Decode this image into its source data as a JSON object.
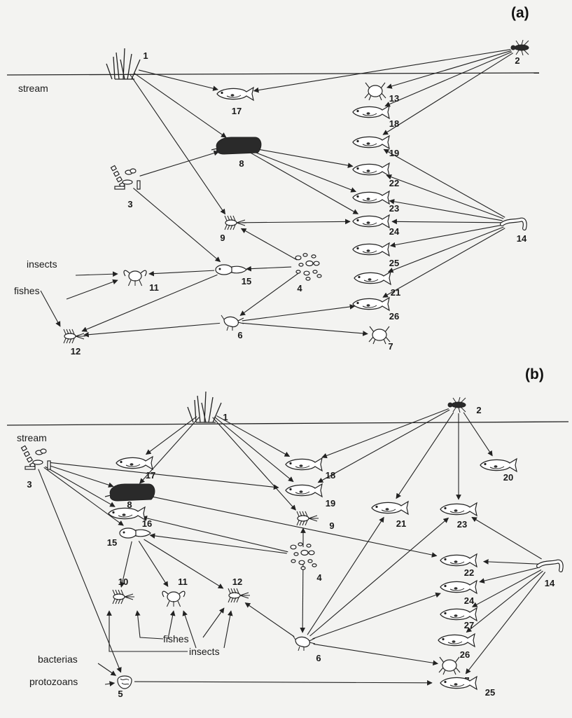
{
  "panels": [
    {
      "id": "a",
      "label": "(a)",
      "stream_label": "stream",
      "side_labels": [
        {
          "id": "insects",
          "text": "insects"
        },
        {
          "id": "fishes",
          "text": "fishes"
        }
      ],
      "nodes": [
        {
          "id": "1",
          "label": "1",
          "icon": "grass-icon"
        },
        {
          "id": "2",
          "label": "2",
          "icon": "insect-icon"
        },
        {
          "id": "3",
          "label": "3",
          "icon": "algae-icon"
        },
        {
          "id": "4",
          "label": "4",
          "icon": "detritus-icon"
        },
        {
          "id": "6",
          "label": "6",
          "icon": "shrimp-icon"
        },
        {
          "id": "7",
          "label": "7",
          "icon": "crab-icon"
        },
        {
          "id": "8",
          "label": "8",
          "icon": "moss-icon"
        },
        {
          "id": "9",
          "label": "9",
          "icon": "larva-icon"
        },
        {
          "id": "11",
          "label": "11",
          "icon": "crayfish-icon"
        },
        {
          "id": "12",
          "label": "12",
          "icon": "larva-icon"
        },
        {
          "id": "13",
          "label": "13",
          "icon": "crab-icon"
        },
        {
          "id": "14",
          "label": "14",
          "icon": "worm-icon"
        },
        {
          "id": "15",
          "label": "15",
          "icon": "tadpole-icon"
        },
        {
          "id": "17",
          "label": "17",
          "icon": "fish-icon"
        },
        {
          "id": "18",
          "label": "18",
          "icon": "fish-icon"
        },
        {
          "id": "19",
          "label": "19",
          "icon": "fish-icon"
        },
        {
          "id": "21",
          "label": "21",
          "icon": "fish-icon"
        },
        {
          "id": "22",
          "label": "22",
          "icon": "fish-icon"
        },
        {
          "id": "23",
          "label": "23",
          "icon": "fish-icon"
        },
        {
          "id": "24",
          "label": "24",
          "icon": "fish-icon"
        },
        {
          "id": "25",
          "label": "25",
          "icon": "fish-icon"
        },
        {
          "id": "26",
          "label": "26",
          "icon": "fish-icon"
        }
      ],
      "edges": [
        [
          "1",
          "17"
        ],
        [
          "1",
          "8"
        ],
        [
          "1",
          "9"
        ],
        [
          "2",
          "17"
        ],
        [
          "2",
          "13"
        ],
        [
          "2",
          "18"
        ],
        [
          "2",
          "19"
        ],
        [
          "3",
          "8"
        ],
        [
          "3",
          "15"
        ],
        [
          "8",
          "22"
        ],
        [
          "8",
          "23"
        ],
        [
          "8",
          "24"
        ],
        [
          "9",
          "24"
        ],
        [
          "4",
          "9"
        ],
        [
          "4",
          "15"
        ],
        [
          "4",
          "6"
        ],
        [
          "14",
          "19"
        ],
        [
          "14",
          "22"
        ],
        [
          "14",
          "23"
        ],
        [
          "14",
          "24"
        ],
        [
          "14",
          "25"
        ],
        [
          "14",
          "21"
        ],
        [
          "14",
          "26"
        ],
        [
          "15",
          "11"
        ],
        [
          "15",
          "12"
        ],
        [
          "insects",
          "11"
        ],
        [
          "fishes",
          "11"
        ],
        [
          "fishes",
          "12"
        ],
        [
          "6",
          "26"
        ],
        [
          "6",
          "7"
        ],
        [
          "6",
          "12"
        ]
      ]
    },
    {
      "id": "b",
      "label": "(b)",
      "stream_label": "stream",
      "side_labels": [
        {
          "id": "fishes",
          "text": "fishes"
        },
        {
          "id": "insects",
          "text": "insects"
        },
        {
          "id": "bacterias",
          "text": "bacterias"
        },
        {
          "id": "protozoans",
          "text": "protozoans"
        }
      ],
      "nodes": [
        {
          "id": "1",
          "label": "1",
          "icon": "grass-icon"
        },
        {
          "id": "2",
          "label": "2",
          "icon": "insect-icon"
        },
        {
          "id": "3",
          "label": "3",
          "icon": "algae-icon"
        },
        {
          "id": "4",
          "label": "4",
          "icon": "detritus-icon"
        },
        {
          "id": "5",
          "label": "5",
          "icon": "protist-icon"
        },
        {
          "id": "6",
          "label": "6",
          "icon": "shrimp-icon"
        },
        {
          "id": "7",
          "label": "7",
          "icon": "crab-icon"
        },
        {
          "id": "8",
          "label": "8",
          "icon": "moss-icon"
        },
        {
          "id": "9",
          "label": "9",
          "icon": "larva-icon"
        },
        {
          "id": "10",
          "label": "10",
          "icon": "larva-icon"
        },
        {
          "id": "11",
          "label": "11",
          "icon": "crayfish-icon"
        },
        {
          "id": "12",
          "label": "12",
          "icon": "larva-icon"
        },
        {
          "id": "14",
          "label": "14",
          "icon": "worm-icon"
        },
        {
          "id": "15",
          "label": "15",
          "icon": "tadpole-icon"
        },
        {
          "id": "16",
          "label": "16",
          "icon": "fish-icon"
        },
        {
          "id": "17",
          "label": "17",
          "icon": "fish-icon"
        },
        {
          "id": "18",
          "label": "18",
          "icon": "fish-icon"
        },
        {
          "id": "19",
          "label": "19",
          "icon": "fish-icon"
        },
        {
          "id": "20",
          "label": "20",
          "icon": "fish-icon"
        },
        {
          "id": "21",
          "label": "21",
          "icon": "fish-icon"
        },
        {
          "id": "22",
          "label": "22",
          "icon": "fish-icon"
        },
        {
          "id": "23",
          "label": "23",
          "icon": "fish-icon"
        },
        {
          "id": "24",
          "label": "24",
          "icon": "fish-icon"
        },
        {
          "id": "25",
          "label": "25",
          "icon": "fish-icon"
        },
        {
          "id": "26",
          "label": "26",
          "icon": "fish-icon"
        },
        {
          "id": "27",
          "label": "27",
          "icon": "fish-icon"
        }
      ],
      "edges": [
        [
          "1",
          "17"
        ],
        [
          "1",
          "8"
        ],
        [
          "1",
          "18"
        ],
        [
          "1",
          "19"
        ],
        [
          "1",
          "9"
        ],
        [
          "3",
          "19"
        ],
        [
          "3",
          "8"
        ],
        [
          "3",
          "16"
        ],
        [
          "3",
          "15"
        ],
        [
          "3",
          "5"
        ],
        [
          "2",
          "18"
        ],
        [
          "2",
          "19"
        ],
        [
          "2",
          "21"
        ],
        [
          "2",
          "23"
        ],
        [
          "2",
          "20"
        ],
        [
          "8",
          "22"
        ],
        [
          "4",
          "9"
        ],
        [
          "4",
          "16"
        ],
        [
          "4",
          "15"
        ],
        [
          "4",
          "6"
        ],
        [
          "15",
          "10"
        ],
        [
          "15",
          "11"
        ],
        [
          "15",
          "12"
        ],
        [
          "fishes",
          "10"
        ],
        [
          "fishes",
          "11"
        ],
        [
          "fishes",
          "12"
        ],
        [
          "insects",
          "10"
        ],
        [
          "insects",
          "11"
        ],
        [
          "insects",
          "12"
        ],
        [
          "6",
          "12"
        ],
        [
          "6",
          "21"
        ],
        [
          "6",
          "23"
        ],
        [
          "6",
          "24"
        ],
        [
          "6",
          "7"
        ],
        [
          "14",
          "23"
        ],
        [
          "14",
          "22"
        ],
        [
          "14",
          "24"
        ],
        [
          "14",
          "27"
        ],
        [
          "14",
          "26"
        ],
        [
          "14",
          "25"
        ],
        [
          "bacterias",
          "5"
        ],
        [
          "protozoans",
          "5"
        ],
        [
          "5",
          "25"
        ]
      ]
    }
  ]
}
